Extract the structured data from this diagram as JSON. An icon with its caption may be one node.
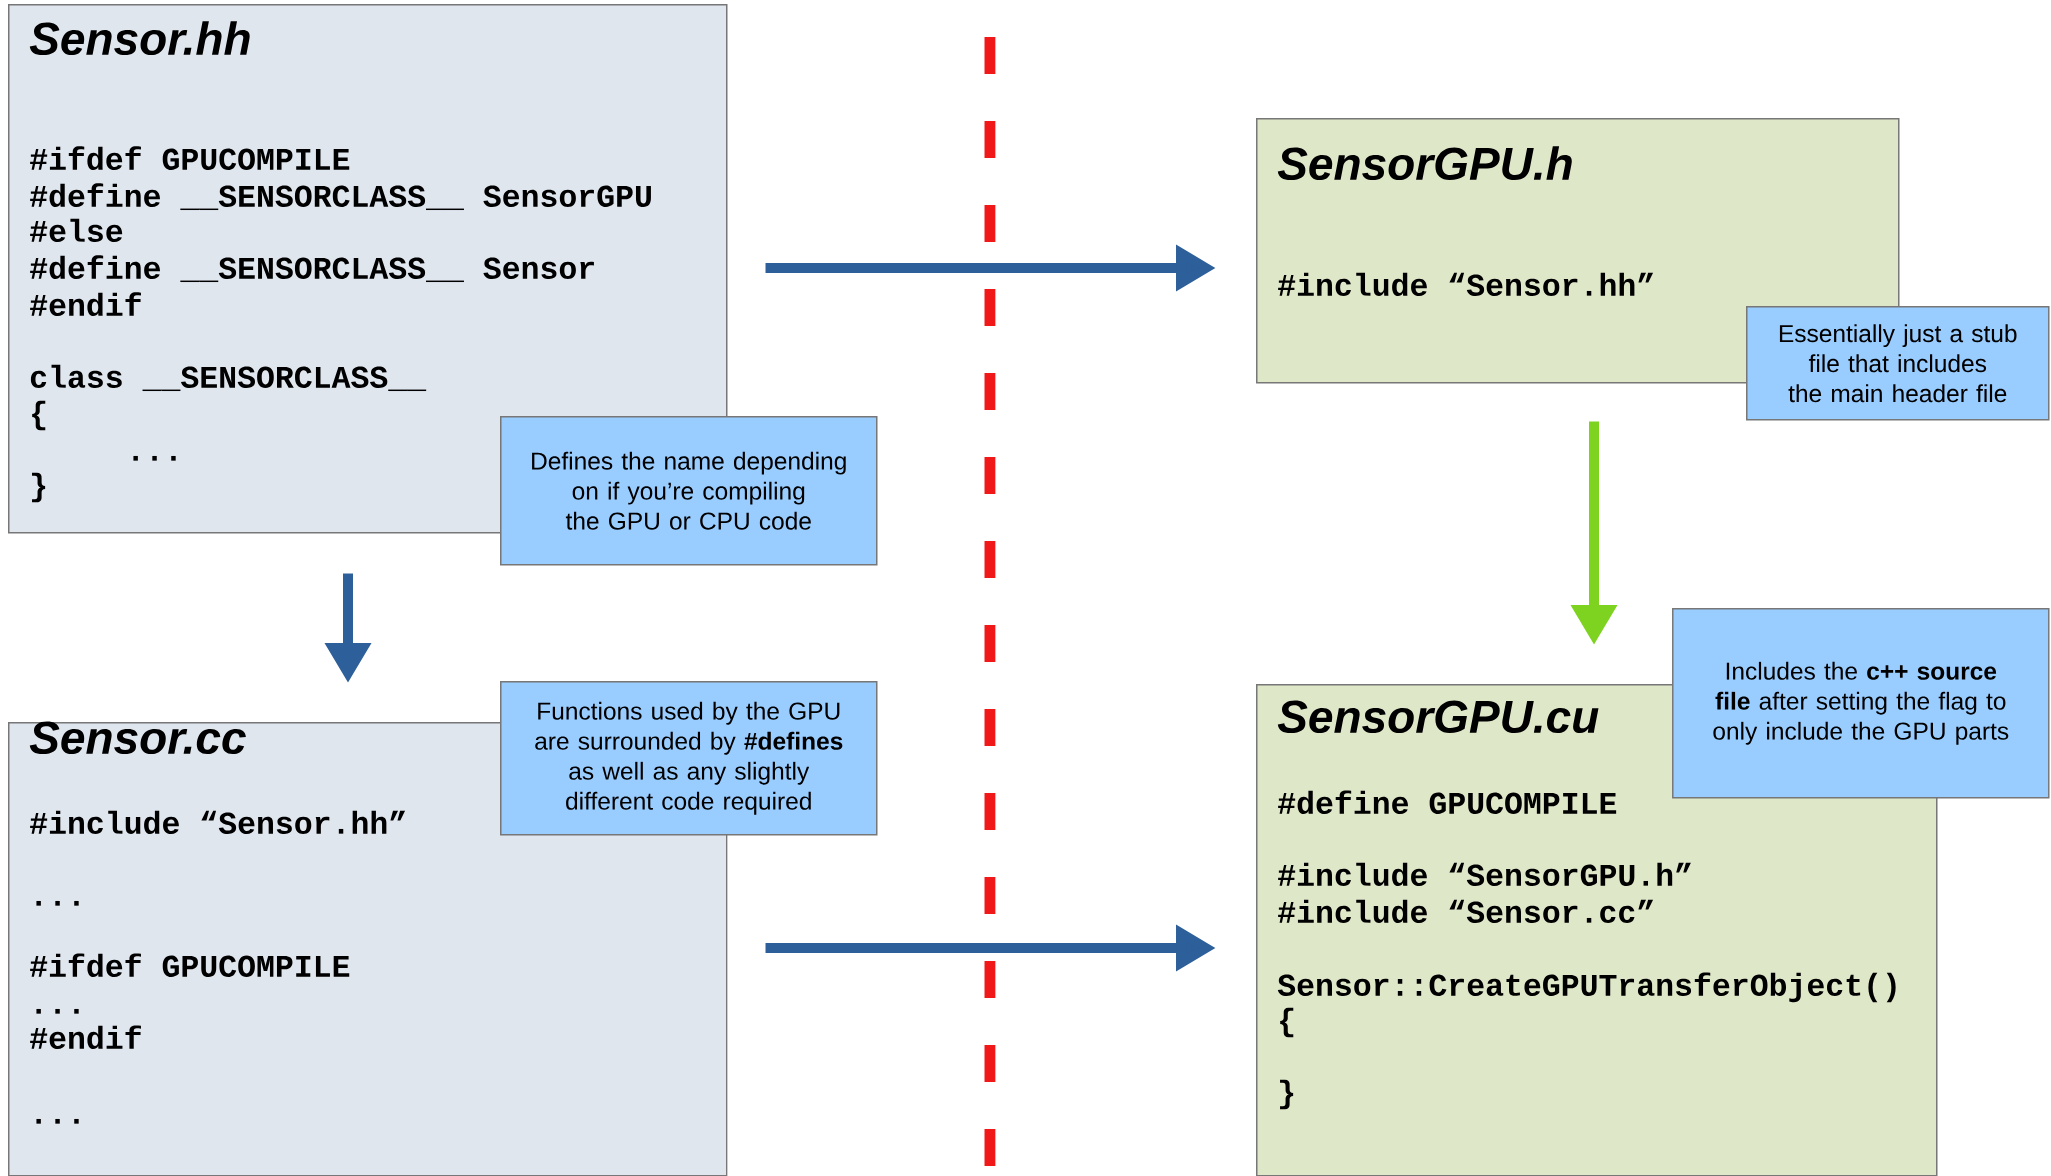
{
  "diagram": {
    "nodes": [
      {
        "text": [
          "Sensor.hh",
          "#ifdef GPUCOMPILE",
          "#define __SENSORCLASS__ SensorGPU",
          "#else",
          "#define __SENSORCLASS__ Sensor",
          "#endif",
          "class __SENSORCLASS__",
          "{",
          "...",
          "}"
        ]
      },
      {
        "text": [
          "Defines the name depending on if you’re compiling the GPU or CPU code"
        ]
      },
      {
        "text": [
          "SensorGPU.h",
          "#include “Sensor.hh”"
        ]
      },
      {
        "text": [
          "Essentially just a stub file that includes the main header file"
        ]
      },
      {
        "text": [
          "Sensor.cc",
          "#include “Sensor.hh”",
          "...",
          "#ifdef GPUCOMPILE",
          "...",
          "#endif",
          "..."
        ]
      },
      {
        "text": [
          "Functions used by the GPU are surrounded by **#defines** as well as any slightly different code required"
        ]
      },
      {
        "text": [
          "SensorGPU.cu",
          "#define GPUCOMPILE",
          "#include “SensorGPU.h”",
          "#include “Sensor.cc”",
          "Sensor::CreateGPUTransferObject()",
          "{",
          "}"
        ]
      },
      {
        "text": [
          "Includes the **c++ source file** after setting the flag to only include the GPU parts"
        ]
      }
    ],
    "edges": [
      {
        "from": 0,
        "to": 2,
        "arrow": "to"
      },
      {
        "from": 0,
        "to": 4,
        "arrow": "to"
      },
      {
        "from": 2,
        "to": 6,
        "arrow": "to",
        "color": "#7ed321"
      },
      {
        "from": 4,
        "to": 6,
        "arrow": "to"
      }
    ]
  }
}
